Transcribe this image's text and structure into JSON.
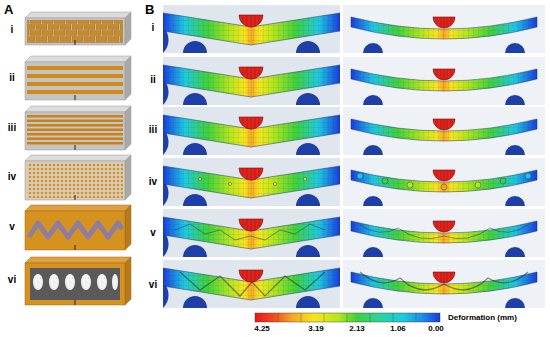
{
  "diagram": {
    "labels": [
      "A",
      "i",
      "ii",
      "iii",
      "iv",
      "v",
      "vi",
      "B",
      "i",
      "ii",
      "iii",
      "iv",
      "v",
      "vi",
      "4.25",
      "3.19",
      "2.13",
      "1.06",
      "0.00",
      "Deformation (mm)"
    ]
  }
}
